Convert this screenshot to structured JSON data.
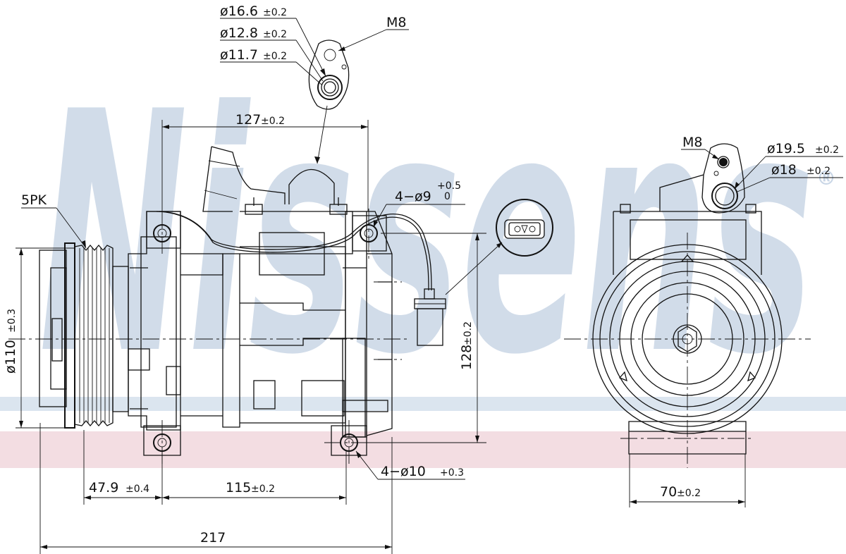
{
  "watermark": {
    "text": "Nissens",
    "mark": "®",
    "color": "#c9d6e6",
    "band_blue": "#dbe5ef",
    "band_pink": "#f3dde2"
  },
  "labels": {
    "m8_top": "M8",
    "d16_6": "ø16.6",
    "d16_6_tol": "±0.2",
    "d12_8": "ø12.8",
    "d12_8_tol": "±0.2",
    "d11_7": "ø11.7",
    "d11_7_tol": "±0.2",
    "w127": "127",
    "w127_tol": "±0.2",
    "holes_9": "4−ø9",
    "holes_9_tol_up": "+0.5",
    "holes_9_tol_low": "0",
    "pk": "5PK",
    "d110": "ø110",
    "d110_tol": "±0.3",
    "h128": "128",
    "h128_tol": "±0.2",
    "holes_10": "4−ø10",
    "holes_10_tol": "+0.3",
    "w47_9": "47.9",
    "w47_9_tol": "±0.4",
    "w115": "115",
    "w115_tol": "±0.2",
    "w217": "217",
    "m8_right": "M8",
    "d19_5": "ø19.5",
    "d19_5_tol": "±0.2",
    "d18": "ø18",
    "d18_tol": "±0.2",
    "w70": "70",
    "w70_tol": "±0.2"
  }
}
